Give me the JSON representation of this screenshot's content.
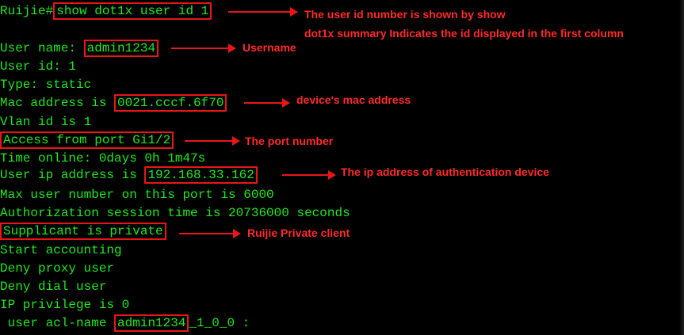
{
  "terminal": {
    "lines": {
      "prompt": "Ruijie#",
      "command": "show dot1x user id 1",
      "user_name_label": "User name: ",
      "user_name_value": "admin1234",
      "user_id": "User id: 1",
      "type": "Type: static",
      "mac_label": "Mac address is ",
      "mac_value": "0021.cccf.6f70",
      "vlan": "Vlan id is 1",
      "access_port": "Access from port Gi1/2",
      "time_online": "Time online: 0days 0h 1m47s",
      "ip_label": "User ip address is ",
      "ip_value": "192.168.33.162",
      "max_user": "Max user number on this port is 6000",
      "auth_session": "Authorization session time is 20736000 seconds",
      "supplicant": "Supplicant is private",
      "start_accounting": "Start accounting",
      "deny_proxy": "Deny proxy user",
      "deny_dial": "Deny dial user",
      "ip_privilege": "IP privilege is 0",
      "acl_prefix": " user acl-name ",
      "acl_value": "admin1234",
      "acl_suffix": "_1_0_0 :"
    }
  },
  "annotations": {
    "command_note_1": "The user id number is shown by show",
    "command_note_2": "dot1x summary Indicates the id displayed in the first column",
    "username_note": "Username",
    "mac_note": "device's mac address",
    "port_note": "The port number",
    "ip_note": "The ip address of authentication device",
    "supplicant_note": "Ruijie Private client"
  },
  "colors": {
    "terminal_background": "#000000",
    "terminal_text": "#1ee81e",
    "annotation": "#e81616"
  }
}
